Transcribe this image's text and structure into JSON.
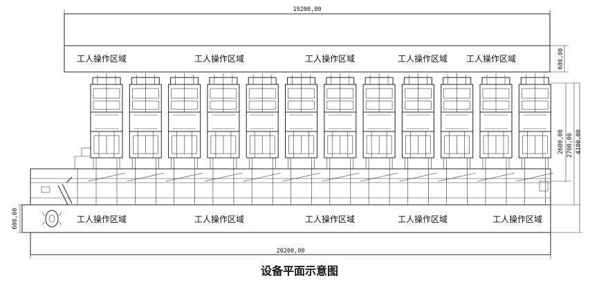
{
  "caption": "设备平面示意图",
  "dimensions": {
    "top_width": "19200,00",
    "bottom_width": "20200,00",
    "top_zone_depth": "600,00",
    "bottom_zone_depth": "600,00",
    "machine_depth_a": "2600,00",
    "machine_depth_b": "2700,00",
    "total_depth": "4100,00"
  },
  "top_zone_labels": [
    "工人操作区域",
    "工人操作区域",
    "工人操作区域",
    "工人操作区域",
    "工人操作区域"
  ],
  "bottom_zone_labels": [
    "工人操作区域",
    "工人操作区域",
    "工人操作区域",
    "工人操作区域",
    "工人操作区域"
  ],
  "machine_count": 12
}
